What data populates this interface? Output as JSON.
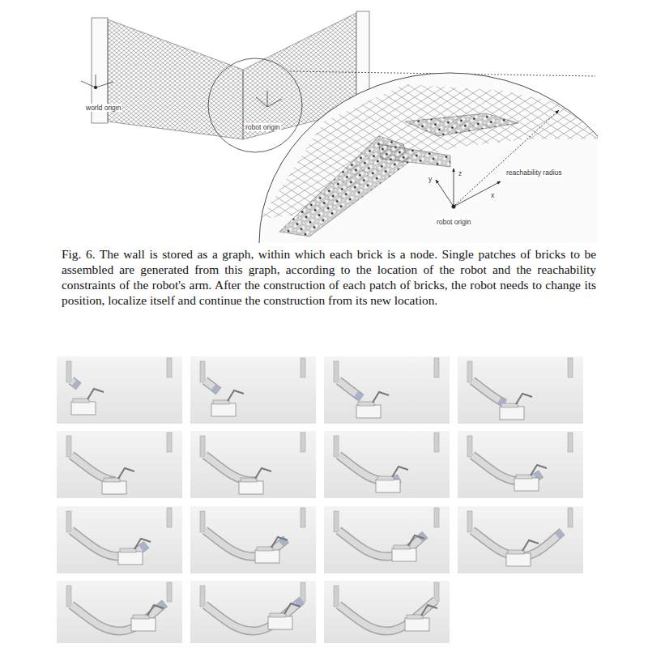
{
  "diagram": {
    "caption": "Fig. 6. The wall is stored as a graph, within which each brick is a node. Single patches of bricks to be assembled are generated from this graph, according to the location of the robot and the reachability constraints of the robot's arm. After the construction of each patch of bricks, the robot needs to change its position, localize itself and continue the construction from its new location.",
    "labels": [
      "world origin",
      "robot origin",
      "reachability radius",
      "y",
      "z",
      "x",
      "robot origin"
    ]
  }
}
